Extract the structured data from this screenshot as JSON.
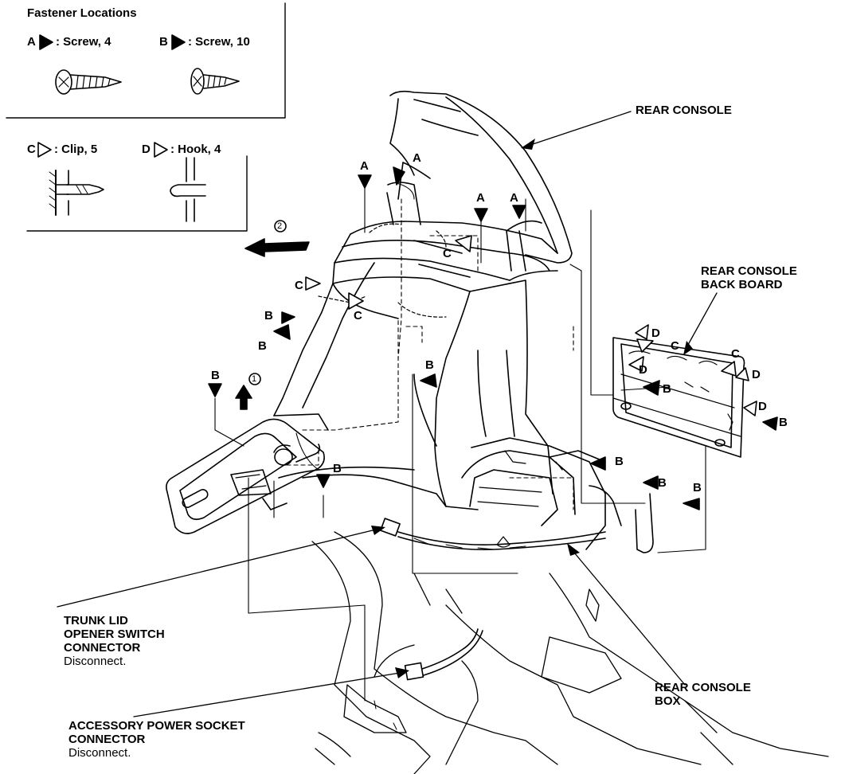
{
  "legend": {
    "title": "Fastener Locations",
    "a": {
      "letter": "A",
      "text": ": Screw, 4"
    },
    "b": {
      "letter": "B",
      "text": ": Screw, 10"
    },
    "c": {
      "letter": "C",
      "text": ": Clip, 5"
    },
    "d": {
      "letter": "D",
      "text": ": Hook, 4"
    }
  },
  "callouts": {
    "rear_console": "REAR CONSOLE",
    "back_board_line1": "REAR CONSOLE",
    "back_board_line2": "BACK BOARD",
    "console_box_line1": "REAR CONSOLE",
    "console_box_line2": "BOX",
    "trunk_line1": "TRUNK LID",
    "trunk_line2": "OPENER SWITCH",
    "trunk_line3": "CONNECTOR",
    "trunk_action": "Disconnect.",
    "acc_line1": "ACCESSORY POWER SOCKET",
    "acc_line2": "CONNECTOR",
    "acc_action": "Disconnect."
  },
  "steps": {
    "one": "1",
    "two": "2"
  },
  "markers": {
    "a": "A",
    "b": "B",
    "c": "C",
    "d": "D"
  }
}
